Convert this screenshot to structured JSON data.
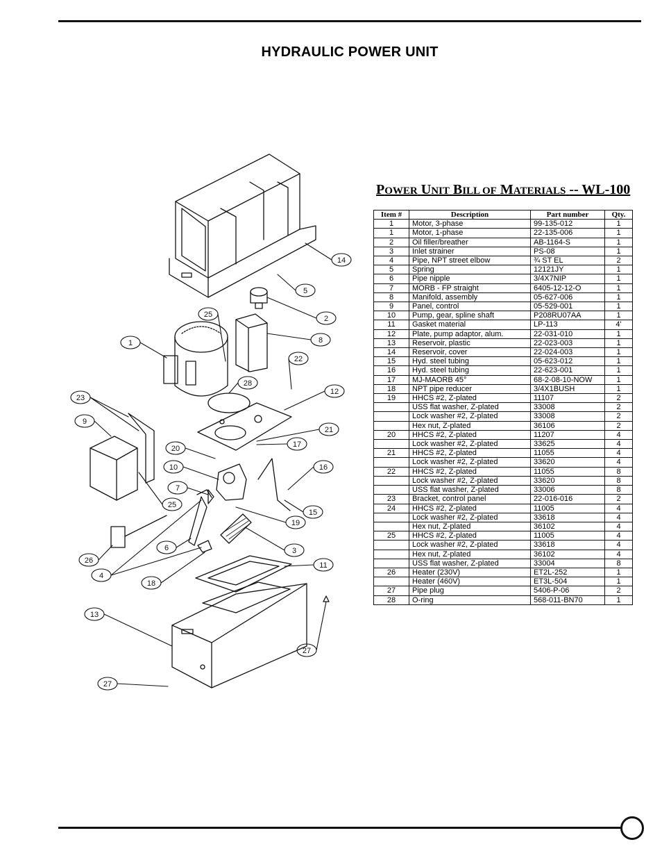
{
  "page": {
    "title": "HYDRAULIC POWER UNIT"
  },
  "bom": {
    "title_prefix": "P",
    "title_word1_rest": "OWER",
    "title_u": "U",
    "title_word2_rest": "NIT",
    "title_b": "B",
    "title_word3_rest": "ILL OF",
    "title_m": "M",
    "title_word4_rest": "ATERIALS",
    "title_suffix": "-- WL-100",
    "headers": [
      "Item #",
      "Description",
      "Part number",
      "Qty."
    ],
    "rows": [
      [
        "1",
        "Motor, 3-phase",
        "99-135-012",
        "1"
      ],
      [
        "1",
        "Motor, 1-phase",
        "22-135-006",
        "1"
      ],
      [
        "2",
        "Oil filler/breather",
        "AB-1164-S",
        "1"
      ],
      [
        "3",
        "Inlet strainer",
        "PS-08",
        "1"
      ],
      [
        "4",
        "Pipe, NPT street elbow",
        "¾ ST EL",
        "2"
      ],
      [
        "5",
        "Spring",
        "12121JY",
        "1"
      ],
      [
        "6",
        "Pipe nipple",
        "3/4X7NIP",
        "1"
      ],
      [
        "7",
        "MORB - FP straight",
        "6405-12-12-O",
        "1"
      ],
      [
        "8",
        "Manifold, assembly",
        "05-627-006",
        "1"
      ],
      [
        "9",
        "Panel, control",
        "05-529-001",
        "1"
      ],
      [
        "10",
        "Pump, gear, spline shaft",
        "P208RU07AA",
        "1"
      ],
      [
        "11",
        "Gasket material",
        "LP-113",
        "4'"
      ],
      [
        "12",
        "Plate, pump adaptor, alum.",
        "22-031-010",
        "1"
      ],
      [
        "13",
        "Reservoir, plastic",
        "22-023-003",
        "1"
      ],
      [
        "14",
        "Reservoir, cover",
        "22-024-003",
        "1"
      ],
      [
        "15",
        "Hyd. steel tubing",
        "05-623-012",
        "1"
      ],
      [
        "16",
        "Hyd. steel tubing",
        "22-623-001",
        "1"
      ],
      [
        "17",
        "MJ-MAORB 45°",
        "68-2-08-10-NOW",
        "1"
      ],
      [
        "18",
        "NPT pipe reducer",
        "3/4X1BUSH",
        "1"
      ],
      [
        "19",
        "HHCS #2, Z-plated",
        "11107",
        "2"
      ],
      [
        "",
        "USS flat washer, Z-plated",
        "33008",
        "2"
      ],
      [
        "",
        "Lock washer #2, Z-plated",
        "33008",
        "2"
      ],
      [
        "",
        "Hex nut, Z-plated",
        "36106",
        "2"
      ],
      [
        "20",
        "HHCS #2, Z-plated",
        "11207",
        "4"
      ],
      [
        "",
        "Lock washer #2, Z-plated",
        "33625",
        "4"
      ],
      [
        "21",
        "HHCS #2, Z-plated",
        "11055",
        "4"
      ],
      [
        "",
        "Lock washer #2, Z-plated",
        "33620",
        "4"
      ],
      [
        "22",
        "HHCS #2, Z-plated",
        "11055",
        "8"
      ],
      [
        "",
        "Lock washer #2, Z-plated",
        "33620",
        "8"
      ],
      [
        "",
        "USS flat washer, Z-plated",
        "33006",
        "8"
      ],
      [
        "23",
        "Bracket, control panel",
        "22-016-016",
        "2"
      ],
      [
        "24",
        "HHCS #2, Z-plated",
        "11005",
        "4"
      ],
      [
        "",
        "Lock washer #2, Z-plated",
        "33618",
        "4"
      ],
      [
        "",
        "Hex nut, Z-plated",
        "36102",
        "4"
      ],
      [
        "25",
        "HHCS #2, Z-plated",
        "11005",
        "4"
      ],
      [
        "",
        "Lock washer #2, Z-plated",
        "33618",
        "4"
      ],
      [
        "",
        "Hex nut, Z-plated",
        "36102",
        "4"
      ],
      [
        "",
        "USS flat washer, Z-plated",
        "33004",
        "8"
      ],
      [
        "26",
        "Heater (230V)",
        "ET2L-252",
        "1"
      ],
      [
        "",
        "Heater (460V)",
        "ET3L-504",
        "1"
      ],
      [
        "27",
        "Pipe plug",
        "5406-P-06",
        "2"
      ],
      [
        "28",
        "O-ring",
        "568-011-BN70",
        "1"
      ]
    ]
  },
  "diagram": {
    "callouts": [
      "1",
      "2",
      "3",
      "4",
      "5",
      "6",
      "7",
      "8",
      "9",
      "10",
      "11",
      "12",
      "13",
      "14",
      "15",
      "16",
      "17",
      "18",
      "19",
      "20",
      "21",
      "22",
      "23",
      "25",
      "26",
      "27",
      "28"
    ]
  }
}
